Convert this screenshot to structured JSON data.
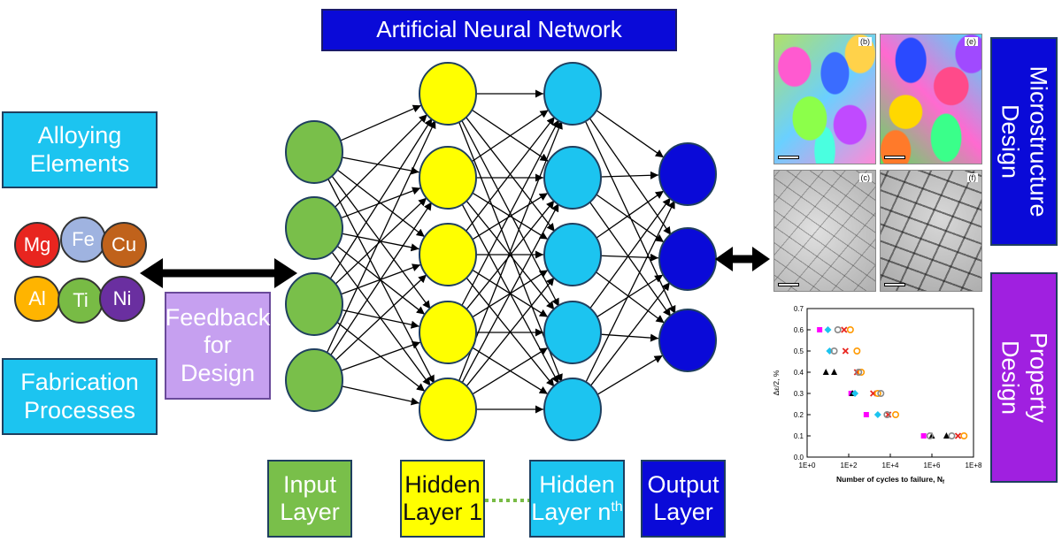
{
  "title": "Artificial Neural Network",
  "left": {
    "alloying": [
      "Alloying",
      "Elements"
    ],
    "fabrication": [
      "Fabrication",
      "Processes"
    ],
    "elements": [
      {
        "symbol": "Mg",
        "color": "#e8251f"
      },
      {
        "symbol": "Fe",
        "color": "#9fb3e0"
      },
      {
        "symbol": "Cu",
        "color": "#c0621b"
      },
      {
        "symbol": "Al",
        "color": "#ffb400"
      },
      {
        "symbol": "Ti",
        "color": "#78bb45"
      },
      {
        "symbol": "Ni",
        "color": "#6a2fa0"
      }
    ]
  },
  "feedback": [
    "Feedback",
    "for",
    "Design"
  ],
  "layers": {
    "input": [
      "Input",
      "Layer"
    ],
    "hidden1": [
      "Hidden",
      "Layer 1"
    ],
    "hiddenN": {
      "line1": "Hidden",
      "line2": "Layer n",
      "sup": "th"
    },
    "output": [
      "Output",
      "Layer"
    ]
  },
  "right": {
    "microstructure": [
      "Microstructure",
      "Design"
    ],
    "property": [
      "Property",
      "Design"
    ],
    "panels": [
      "(b)",
      "(e)",
      "(c)",
      "(f)"
    ]
  },
  "colors": {
    "input": "#79bf4a",
    "hidden1": "#ffff00",
    "hiddenN": "#1cc4f0",
    "output": "#0a0ad8",
    "feedback": "#c6a0f0",
    "property": "#a020e0",
    "dotted": "#78bb45"
  },
  "chart_data": {
    "type": "scatter",
    "xlabel": "Number of cycles to failure, N",
    "xlabel_sub": "f",
    "ylabel": "Δε/2, %",
    "xscale": "log",
    "xlim": [
      1,
      100000000
    ],
    "ylim": [
      0,
      0.7
    ],
    "xticks": [
      "1E+0",
      "1E+2",
      "1E+4",
      "1E+6",
      "1E+8"
    ],
    "yticks": [
      "0.0",
      "0.1",
      "0.2",
      "0.3",
      "0.4",
      "0.5",
      "0.6",
      "0.7"
    ],
    "grid": false,
    "series": [
      {
        "marker": "square",
        "color": "#ff00ff",
        "points": [
          [
            4,
            0.6
          ],
          [
            130,
            0.3
          ],
          [
            700,
            0.2
          ],
          [
            400000,
            0.1
          ]
        ]
      },
      {
        "marker": "triangle",
        "color": "#000000",
        "points": [
          [
            8,
            0.4
          ],
          [
            20,
            0.4
          ],
          [
            150,
            0.3
          ],
          [
            1000000,
            0.1
          ],
          [
            5000000,
            0.1
          ]
        ]
      },
      {
        "marker": "diamond",
        "color": "#1cc4f0",
        "points": [
          [
            10,
            0.6
          ],
          [
            12,
            0.5
          ],
          [
            200,
            0.3
          ],
          [
            2500,
            0.2
          ]
        ]
      },
      {
        "marker": "cross",
        "color": "#e8251f",
        "points": [
          [
            60,
            0.6
          ],
          [
            70,
            0.5
          ],
          [
            250,
            0.4
          ],
          [
            1500,
            0.3
          ],
          [
            8000,
            0.2
          ],
          [
            18000000,
            0.1
          ]
        ]
      },
      {
        "marker": "circle",
        "color": "#ff9900",
        "points": [
          [
            120,
            0.6
          ],
          [
            250,
            0.5
          ],
          [
            400,
            0.4
          ],
          [
            2500,
            0.3
          ],
          [
            18000,
            0.2
          ],
          [
            35000000,
            0.1
          ]
        ]
      },
      {
        "marker": "circle",
        "color": "#888888",
        "points": [
          [
            30,
            0.6
          ],
          [
            20,
            0.5
          ],
          [
            300,
            0.4
          ],
          [
            3500,
            0.3
          ],
          [
            7000,
            0.2
          ],
          [
            800000,
            0.1
          ],
          [
            9000000,
            0.1
          ]
        ]
      }
    ]
  }
}
